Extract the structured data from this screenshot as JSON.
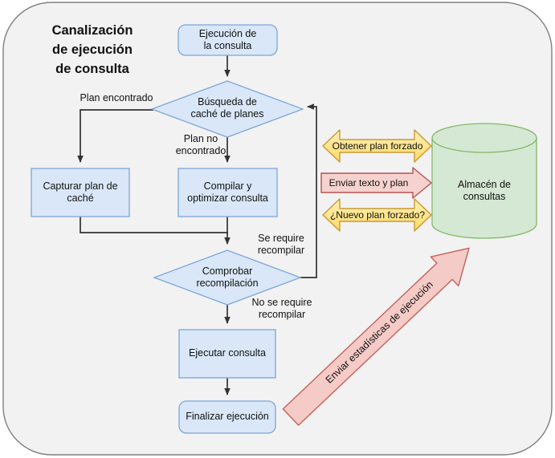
{
  "title": {
    "text": "Canalización\nde ejecución\nde consulta"
  },
  "nodes": {
    "start": "Ejecución de\nla consulta",
    "lookup": "Búsqueda de\ncaché de planes",
    "capture": "Capturar plan de\ncaché",
    "compile": "Compilar y\noptimizar consulta",
    "check": "Comprobar\nrecompilación",
    "execute": "Ejecutar consulta",
    "finish": "Finalizar ejecución",
    "store": "Almacén de\nconsultas"
  },
  "labels": {
    "plan_found": "Plan encontrado",
    "plan_not_found": "Plan no\nencontrado",
    "recompile": "Se require\nrecompilar",
    "no_recompile": "No se require\nrecompilar"
  },
  "arrows": {
    "obtain": "Obtener plan forzado",
    "send_text": "Enviar texto y plan",
    "new_forced": "¿Nuevo plan forzado?",
    "send_stats": "Enviar estadísticas de ejecución"
  },
  "colors": {
    "frame_fill": "#f2f2f2",
    "frame_border": "#7f7f7f",
    "node_fill": "#d9e7f8",
    "node_border": "#7ea6d8",
    "store_fill": "#d5e8d4",
    "store_border": "#83b868",
    "yellow_fill_top": "#fff1bc",
    "yellow_fill_bottom": "#fed964",
    "yellow_border": "#c79a32",
    "pink_fill": "#f6d2ce",
    "pink_border": "#b3534f",
    "diag_fill": "#f5cbc7",
    "diag_border": "#c4615c",
    "connector": "#333333",
    "text": "#111111"
  }
}
